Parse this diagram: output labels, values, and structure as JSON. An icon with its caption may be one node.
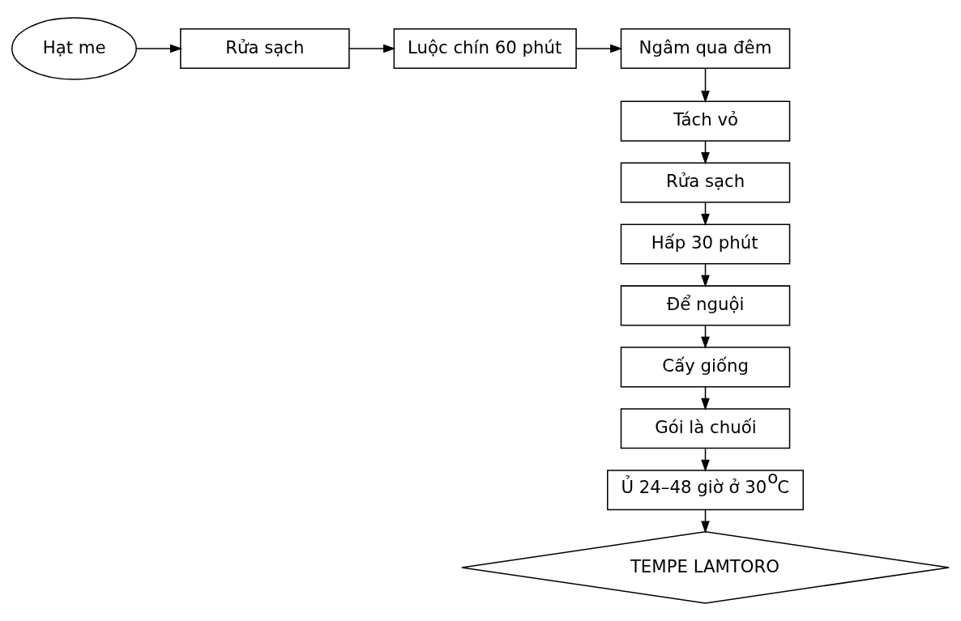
{
  "diagram": {
    "nodes": [
      {
        "text": [
          "Hạt me"
        ]
      },
      {
        "text": [
          "Rửa sạch"
        ]
      },
      {
        "text": [
          "Luộc chín 60 phút"
        ]
      },
      {
        "text": [
          "Ngâm qua đêm"
        ]
      },
      {
        "text": [
          "Tách vỏ"
        ]
      },
      {
        "text": [
          "Rửa sạch"
        ]
      },
      {
        "text": [
          "Hấp 30 phút"
        ]
      },
      {
        "text": [
          "Để nguội"
        ]
      },
      {
        "text": [
          "Cấy giống"
        ]
      },
      {
        "text": [
          "Gói là chuối"
        ]
      },
      {
        "text": [
          "Ủ 24–48 giờ ở 30$^{o}$C"
        ]
      },
      {
        "text": [
          "TEMPE LAMTORO"
        ]
      }
    ],
    "edges": [
      {
        "from": 0,
        "to": 1,
        "arrow": "to"
      },
      {
        "from": 1,
        "to": 2,
        "arrow": "to"
      },
      {
        "from": 2,
        "to": 3,
        "arrow": "to"
      },
      {
        "from": 3,
        "to": 4,
        "arrow": "to"
      },
      {
        "from": 4,
        "to": 5,
        "arrow": "to"
      },
      {
        "from": 5,
        "to": 6,
        "arrow": "to"
      },
      {
        "from": 6,
        "to": 7,
        "arrow": "to"
      },
      {
        "from": 7,
        "to": 8,
        "arrow": "to"
      },
      {
        "from": 8,
        "to": 9,
        "arrow": "to"
      },
      {
        "from": 9,
        "to": 10,
        "arrow": "to"
      },
      {
        "from": 10,
        "to": 11,
        "arrow": "to"
      }
    ]
  }
}
